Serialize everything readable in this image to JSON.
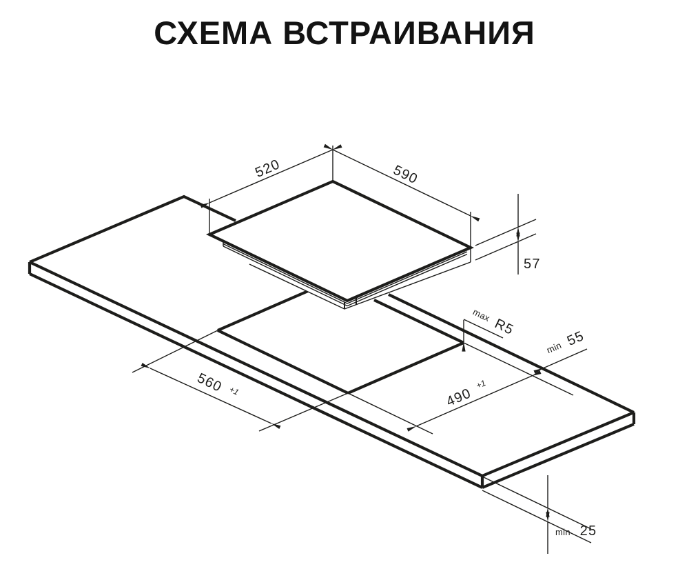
{
  "title": "СХЕМА ВСТРАИВАНИЯ",
  "diagram": {
    "labels": {
      "hob_width": "520",
      "hob_depth": "590",
      "hob_height": "57",
      "radius_prefix": "max",
      "radius_value": "R5",
      "back_clearance_prefix": "min",
      "back_clearance_value": "55",
      "cutout_length_value": "560",
      "cutout_length_tolerance": "+1",
      "cutout_width_value": "490",
      "cutout_width_tolerance": "+1",
      "bottom_clearance_prefix": "min",
      "bottom_clearance_value": "25"
    },
    "colors": {
      "line": "#1d1d1b",
      "background": "#ffffff"
    }
  }
}
